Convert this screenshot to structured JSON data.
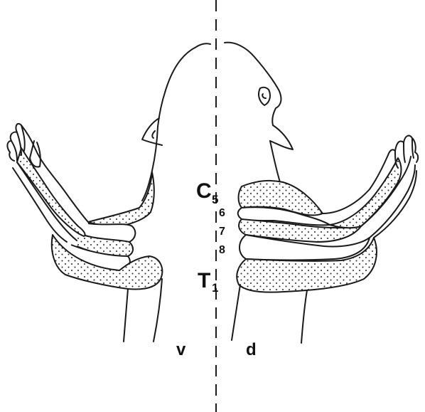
{
  "labels": {
    "c": "C",
    "c_sub": "5",
    "n6": "6",
    "n7": "7",
    "n8": "8",
    "t": "T",
    "t_sub": "1",
    "ventral": "v",
    "dorsal": "d"
  },
  "colors": {
    "ink": "#1a1a1a",
    "background": "#ffffff",
    "dot": "#222222"
  }
}
